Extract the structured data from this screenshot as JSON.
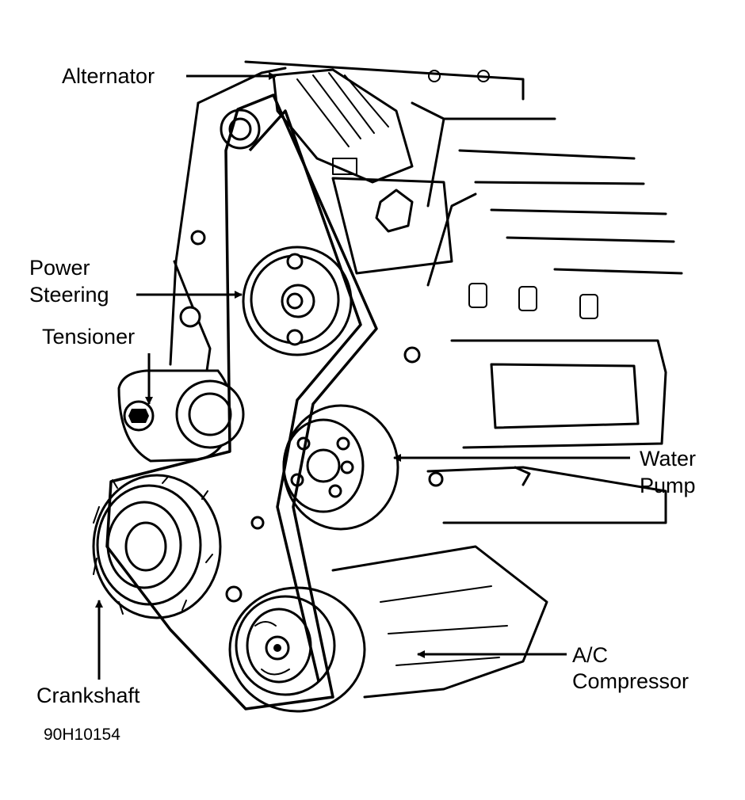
{
  "labels": {
    "alternator": "Alternator",
    "power_steering_line1": "Power",
    "power_steering_line2": "Steering",
    "tensioner": "Tensioner",
    "water_pump_line1": "Water",
    "water_pump_line2": "Pump",
    "ac_line1": "A/C",
    "ac_line2": "Compressor",
    "crankshaft": "Crankshaft"
  },
  "figure_id": "90H10154"
}
